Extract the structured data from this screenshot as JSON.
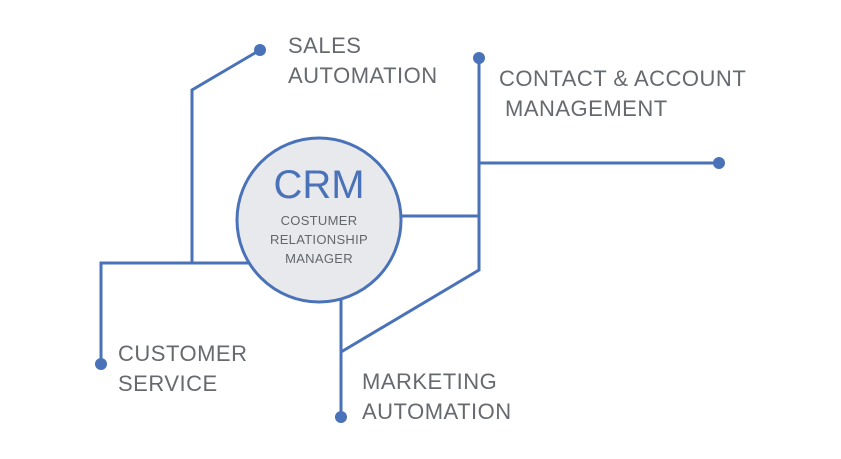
{
  "center": {
    "title": "CRM",
    "subtitle_lines": [
      "COSTUMER",
      "RELATIONSHIP",
      "MANAGER"
    ]
  },
  "nodes": {
    "sales_automation": [
      "SALES",
      "AUTOMATION"
    ],
    "contact_account": [
      "CONTACT & ACCOUNT",
      "MANAGEMENT"
    ],
    "customer_service": [
      "CUSTOMER",
      "SERVICE"
    ],
    "marketing_automation": [
      "MARKETING",
      "AUTOMATION"
    ]
  },
  "colors": {
    "accent": "#4a72b8",
    "circle_fill": "#e8e9ec",
    "text": "#666a6f"
  }
}
